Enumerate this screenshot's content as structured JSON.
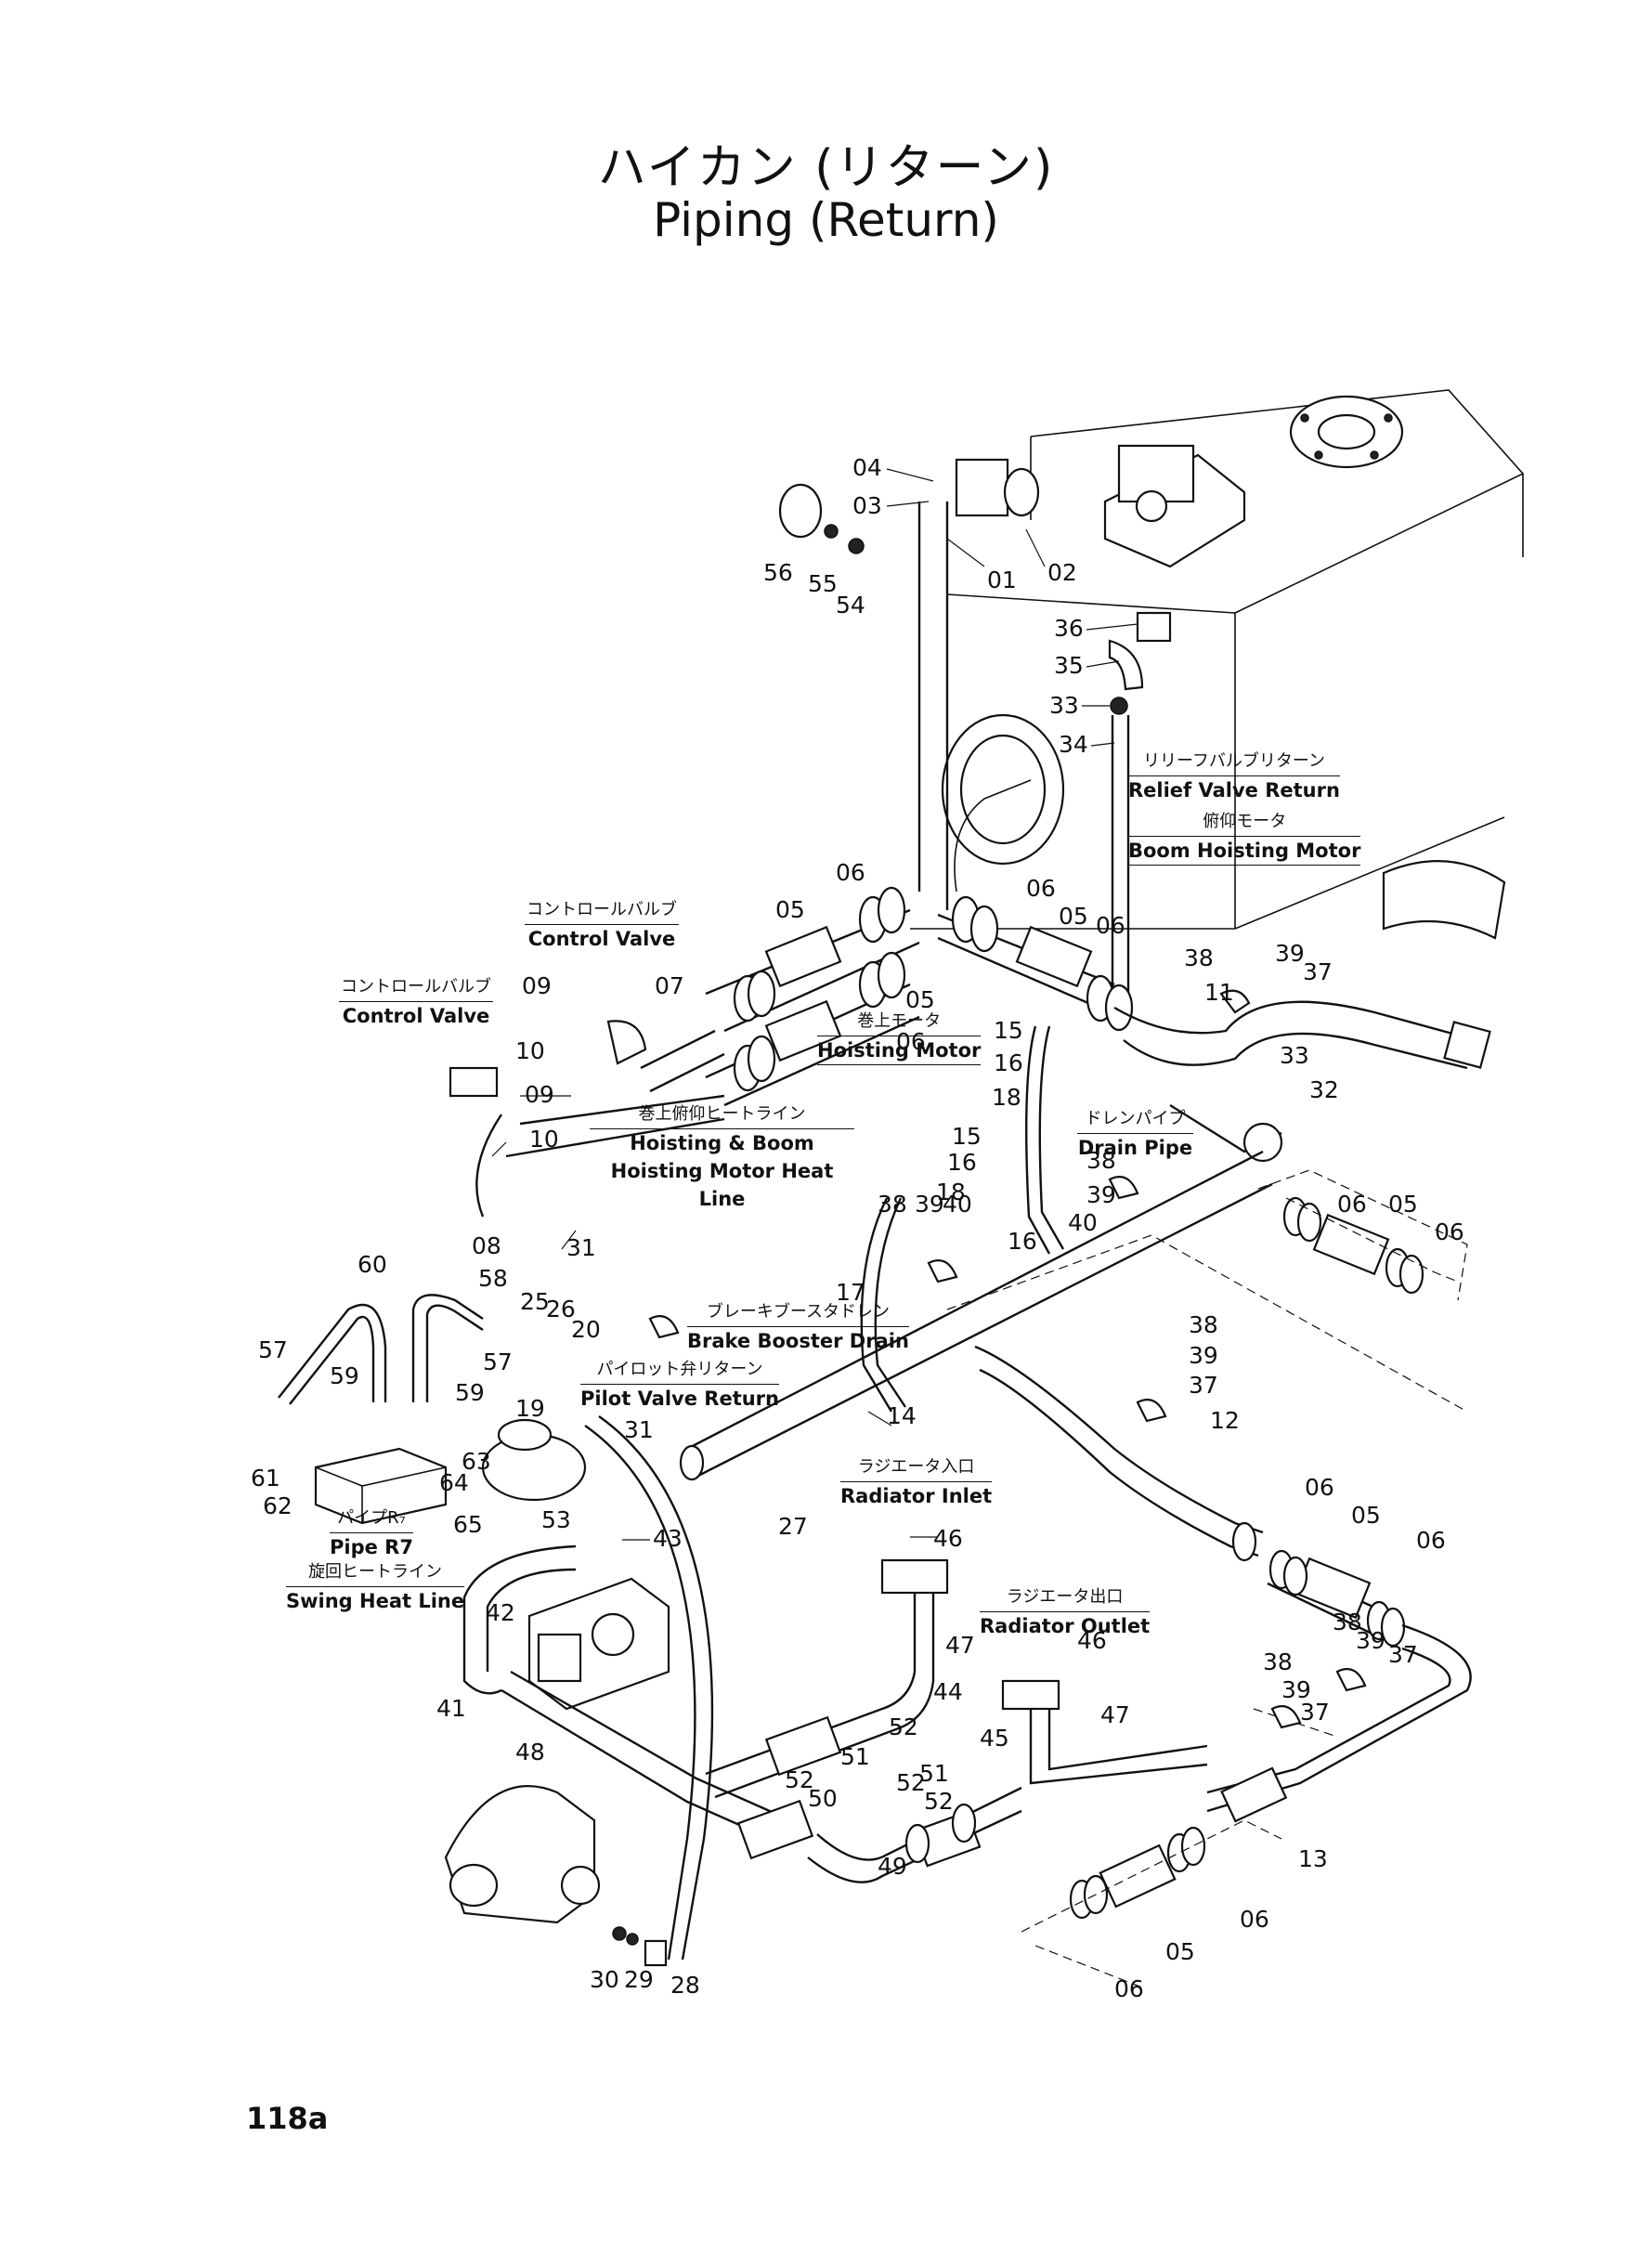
{
  "title": {
    "japanese": "ハイカン (リターン)",
    "english": "Piping (Return)"
  },
  "page_number": "118a",
  "annotations": {
    "relief_valve_return": {
      "ja": "リリーフバルブリターン",
      "en": "Relief Valve Return"
    },
    "boom_hoisting_motor": {
      "ja": "俯仰モータ",
      "en": "Boom Hoisting Motor"
    },
    "control_valve_upper": {
      "ja": "コントロールバルブ",
      "en": "Control Valve"
    },
    "control_valve_left": {
      "ja": "コントロールバルブ",
      "en": "Control Valve"
    },
    "hoisting_motor": {
      "ja": "巻上モータ",
      "en": "Hoisting Motor"
    },
    "heat_line": {
      "ja": "巻上俯仰ヒートライン",
      "en": "Hoisting & Boom Hoisting Motor Heat Line"
    },
    "drain_pipe": {
      "ja": "ドレンパイプ",
      "en": "Drain Pipe"
    },
    "brake_booster_drain": {
      "ja": "ブレーキブースタドレン",
      "en": "Brake Booster Drain"
    },
    "pilot_valve_return": {
      "ja": "パイロット弁リターン",
      "en": "Pilot Valve Return"
    },
    "radiator_inlet": {
      "ja": "ラジエータ入口",
      "en": "Radiator Inlet"
    },
    "radiator_outlet": {
      "ja": "ラジエータ出口",
      "en": "Radiator Outlet"
    },
    "pipe_r7": {
      "ja": "パイプR₇",
      "en": "Pipe R7"
    },
    "swing_heat_line": {
      "ja": "旋回ヒートライン",
      "en": "Swing Heat Line"
    }
  },
  "callouts": [
    "04",
    "03",
    "56",
    "55",
    "54",
    "01",
    "02",
    "36",
    "35",
    "33",
    "34",
    "06",
    "05",
    "06",
    "05",
    "06",
    "05",
    "06",
    "07",
    "09",
    "09",
    "10",
    "10",
    "08",
    "31",
    "15",
    "16",
    "18",
    "15",
    "16",
    "18",
    "38",
    "39",
    "37",
    "11",
    "33",
    "32",
    "38",
    "39",
    "40",
    "16",
    "38",
    "39",
    "40",
    "17",
    "06",
    "05",
    "06",
    "60",
    "58",
    "57",
    "25",
    "26",
    "20",
    "57",
    "59",
    "59",
    "19",
    "63",
    "64",
    "61",
    "62",
    "65",
    "31",
    "14",
    "38",
    "39",
    "37",
    "12",
    "53",
    "43",
    "27",
    "46",
    "42",
    "47",
    "06",
    "05",
    "06",
    "38",
    "39",
    "37",
    "38",
    "39",
    "37",
    "46",
    "47",
    "41",
    "44",
    "52",
    "45",
    "48",
    "51",
    "52",
    "50",
    "52",
    "51",
    "52",
    "49",
    "13",
    "06",
    "05",
    "06",
    "30",
    "29",
    "28"
  ]
}
